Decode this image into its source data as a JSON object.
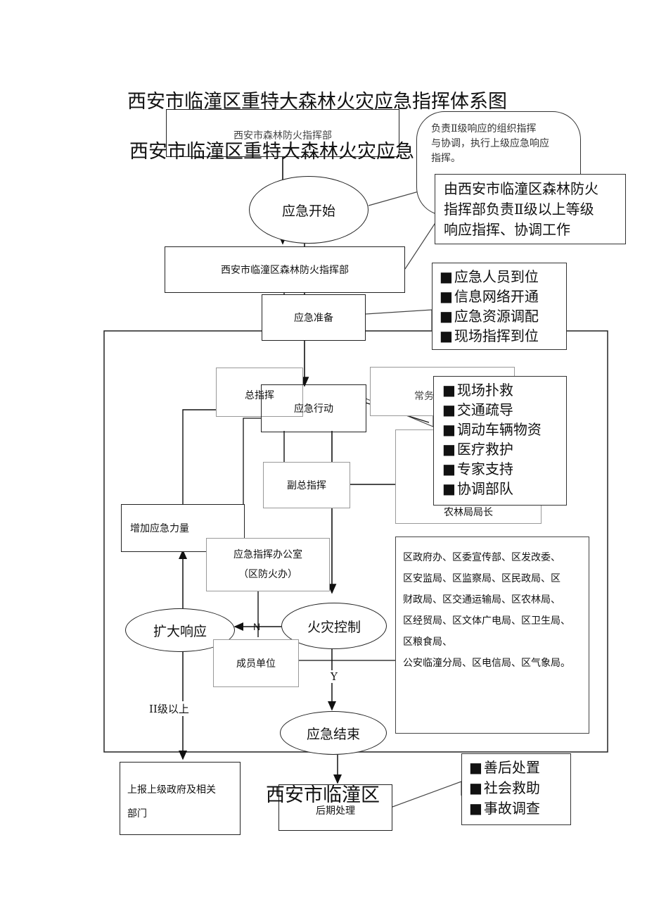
{
  "title": "西安市临潼区重特大森林火灾应急指挥体系图",
  "overlay_title": "西安市临潼区重特大森林火灾应急",
  "overlay_bottom": "西安市临潼区",
  "nodes": {
    "hq_top": "西安市森林防火指挥部",
    "start": "应急开始",
    "hq_district": "西安市临潼区森林防火指挥部",
    "prepare": "应急准备",
    "chief": "总指挥",
    "action": "应急行动",
    "standing": "常务",
    "deputy": "副总指挥",
    "forestry": "农林局局长",
    "increase": "增加应急力量",
    "office": "应急指挥办公室",
    "office_sub": "（区防火办）",
    "expand": "扩大响应",
    "control": "火灾控制",
    "member": "成员单位",
    "end": "应急结束",
    "report": [
      "上报上级政府及相关",
      "部门"
    ],
    "after": "后期处理"
  },
  "labels": {
    "n": "N",
    "y": "Y",
    "level2": "II级以上"
  },
  "notes": {
    "cloud": [
      "负责Ⅱ级响应的组织指挥",
      "与协调，执行上级应急响应",
      "指挥。"
    ],
    "district_resp": [
      "由西安市临潼区森林防火",
      "指挥部负责Ⅱ级以上等级",
      "响应指挥、协调工作"
    ],
    "prepare_items": [
      "应急人员到位",
      "信息网络开通",
      "应急资源调配",
      "现场指挥到位"
    ],
    "action_items": [
      "现场扑救",
      "交通疏导",
      "调动车辆物资",
      "医疗救护",
      "专家支持",
      "协调部队"
    ],
    "members": [
      "区政府办、区委宣传部、区发改委、",
      "区安监局、区监察局、区民政局、区",
      "财政局、区交通运输局、区农林局、",
      "区经贸局、区文体广电局、区卫生局、",
      "区粮食局、",
      "公安临潼分局、区电信局、区气象局。"
    ],
    "after_items": [
      "善后处置",
      "社会救助",
      "事故调查"
    ]
  }
}
